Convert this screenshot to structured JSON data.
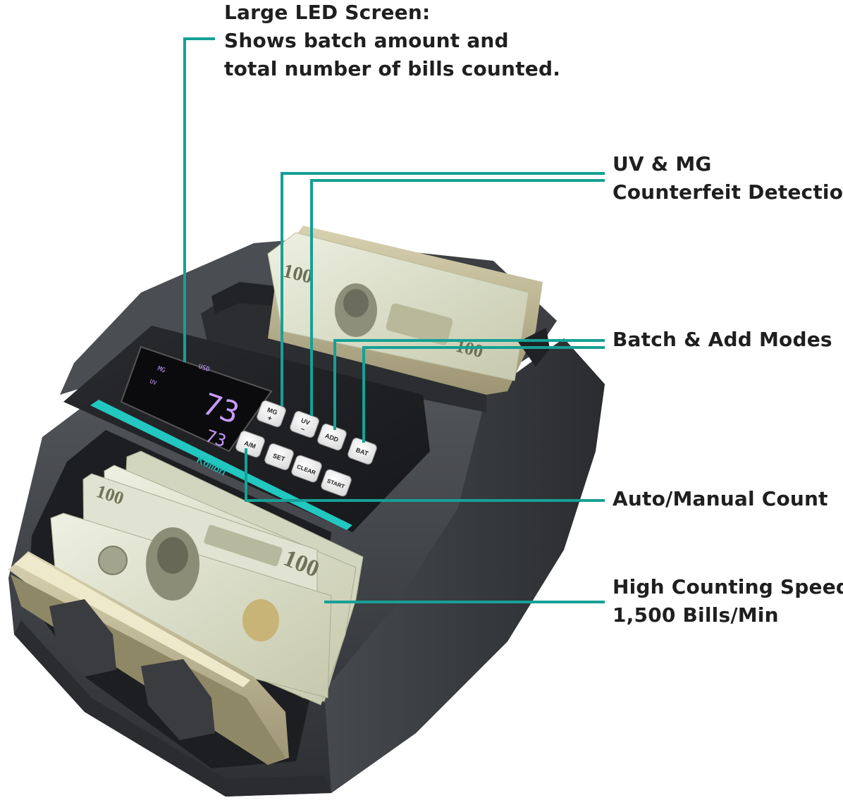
{
  "colors": {
    "accent": "#16a096",
    "text": "#1f1f1f",
    "machine_body": "#3d3f43",
    "display_text": "#c89cff",
    "panel_stripe": "#22c7c0"
  },
  "callouts": {
    "led_screen": [
      "Large LED Screen:",
      "Shows batch amount and",
      "total number of bills counted."
    ],
    "uv_mg": [
      "UV & MG",
      "Counterfeit Detection"
    ],
    "batch_add": [
      "Batch & Add Modes"
    ],
    "auto_manual": [
      "Auto/Manual Count"
    ],
    "speed": [
      "High Counting Speed:",
      "1,500 Bills/Min"
    ]
  },
  "display": {
    "mg": "MG",
    "usd": "USD",
    "uv": "UV",
    "big_number": "73",
    "small_number": "73"
  },
  "keys": {
    "mg": [
      "MG",
      "+"
    ],
    "uv": [
      "UV",
      "–"
    ],
    "add": "ADD",
    "bat": "BAT",
    "am": "A/M",
    "set": "SET",
    "clear": "CLEAR",
    "start": "START"
  },
  "brand": "Kolibri",
  "bill": {
    "denomination": "100"
  }
}
